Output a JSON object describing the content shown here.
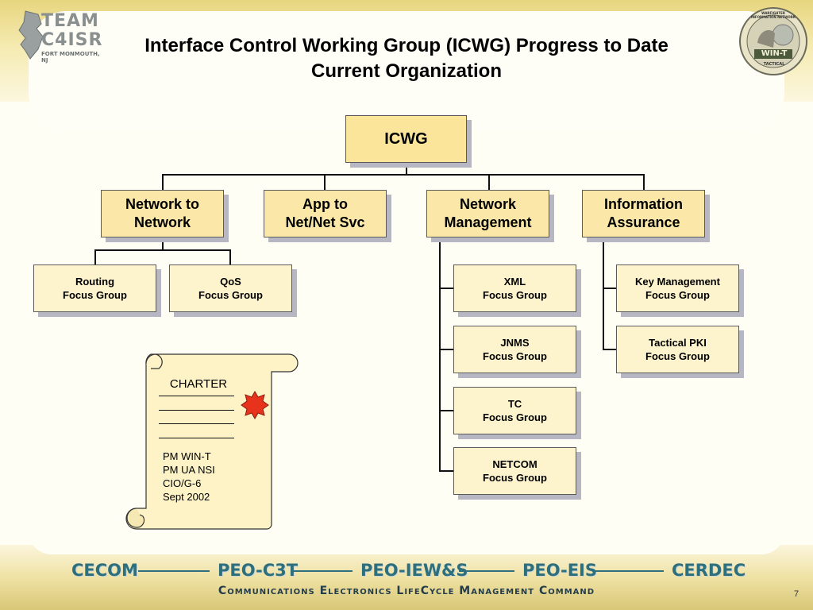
{
  "header": {
    "title_line1": "Interface Control Working Group (ICWG) Progress to Date",
    "title_line2": "Current Organization",
    "left_logo": {
      "line1": "TEAM",
      "line2": "C4ISR",
      "line3": "FORT MONMOUTH, NJ"
    },
    "right_logo": {
      "text": "WIN-T",
      "subtext": "TACTICAL",
      "ring_text": "WARFIGHTER INFORMATION NETWORK"
    }
  },
  "org": {
    "root": "ICWG",
    "groups": [
      {
        "label": "Network to\nNetwork",
        "children": [
          "Routing\nFocus Group",
          "QoS\nFocus Group"
        ]
      },
      {
        "label": "App to\nNet/Net Svc",
        "children": []
      },
      {
        "label": "Network\nManagement",
        "children": [
          "XML\nFocus Group",
          "JNMS\nFocus Group",
          "TC\nFocus Group",
          "NETCOM\nFocus Group"
        ]
      },
      {
        "label": "Information\nAssurance",
        "children": [
          "Key Management\nFocus Group",
          "Tactical PKI\nFocus Group"
        ]
      }
    ]
  },
  "charter": {
    "title": "CHARTER",
    "lines": [
      "PM WIN-T",
      "PM UA NSI",
      "CIO/G-6",
      "Sept 2002"
    ]
  },
  "footer": {
    "orgs": [
      "CECOM",
      "PEO-C3T",
      "PEO-IEW&S",
      "PEO-EIS",
      "CERDEC"
    ],
    "command": "Communications Electronics LifeCycle Management Command",
    "page_number": "7"
  },
  "colors": {
    "box_fill": "#fbe8a8",
    "small_box_fill": "#fdf3cc",
    "footer_text": "#2e6f7d",
    "seal": "#e8331c"
  }
}
